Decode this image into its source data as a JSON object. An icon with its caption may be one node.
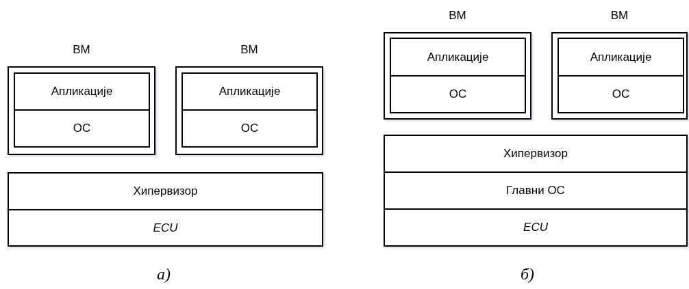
{
  "diagram": {
    "nodes": [
      {
        "text": [
          "ВМ"
        ]
      },
      {
        "text": [
          "Апликације"
        ],
        "in": 0
      },
      {
        "text": [
          "ОС"
        ],
        "in": 0
      },
      {
        "text": [
          "ВМ"
        ]
      },
      {
        "text": [
          "Апликације"
        ],
        "in": 3
      },
      {
        "text": [
          "ОС"
        ],
        "in": 3
      },
      {
        "text": [
          "Хипервизор"
        ]
      },
      {
        "text": [
          "ECU"
        ]
      },
      {
        "text": [
          "ВМ"
        ]
      },
      {
        "text": [
          "Апликације"
        ],
        "in": 8
      },
      {
        "text": [
          "ОС"
        ],
        "in": 8
      },
      {
        "text": [
          "ВМ"
        ]
      },
      {
        "text": [
          "Апликације"
        ],
        "in": 11
      },
      {
        "text": [
          "ОС"
        ],
        "in": 11
      },
      {
        "text": [
          "Хипервизор"
        ]
      },
      {
        "text": [
          "Главни ОС"
        ]
      },
      {
        "text": [
          "ECU"
        ]
      }
    ],
    "labels": [
      "а)",
      "б)"
    ]
  }
}
